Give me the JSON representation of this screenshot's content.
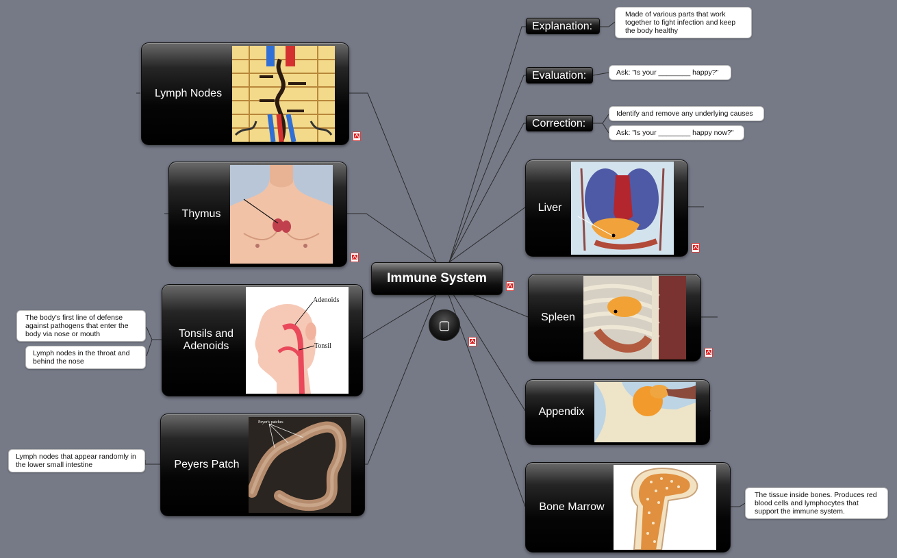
{
  "central": {
    "label": "Immune System"
  },
  "collapse_button": {
    "glyph": "▢"
  },
  "left_topics": [
    {
      "label": "Lymph Nodes",
      "image": "lymph-nodes-illustration"
    },
    {
      "label": "Thymus",
      "image": "thymus-chest-illustration"
    },
    {
      "label": "Tonsils and Adenoids",
      "image": "tonsils-adenoids-diagram"
    },
    {
      "label": "Peyers Patch",
      "image": "peyers-patch-photo"
    }
  ],
  "right_tags": [
    {
      "label": "Explanation:"
    },
    {
      "label": "Evaluation:"
    },
    {
      "label": "Correction:"
    }
  ],
  "right_topics": [
    {
      "label": "Liver",
      "image": "liver-anatomy-illustration"
    },
    {
      "label": "Spleen",
      "image": "spleen-anatomy-illustration"
    },
    {
      "label": "Appendix",
      "image": "appendix-anatomy-illustration"
    },
    {
      "label": "Bone Marrow",
      "image": "bone-marrow-diagram"
    }
  ],
  "notes": {
    "explanation": "Made of various parts that work together to fight infection and keep the body healthy",
    "evaluation": "Ask: \"Is your ________ happy?\"",
    "correction_1": "Identify and remove any underlying causes",
    "correction_2": "Ask: \"Is your ________ happy now?\"",
    "tonsils_1": "The body's first line of defense against pathogens that enter the body via nose or mouth",
    "tonsils_2": "Lymph nodes in the throat and behind the nose",
    "peyers": "Lymph nodes that appear randomly in the lower small intestine",
    "bone_marrow": "The tissue inside bones. Produces red blood cells and lymphocytes that support the immune system."
  },
  "image_labels": {
    "adenoids": "Adenoids",
    "tonsil": "Tonsil",
    "peyers": "Peyer's patches"
  },
  "icons": {
    "attachment": "pdf-attachment-icon"
  },
  "colors": {
    "background": "#767a87",
    "connector": "#2b2b2b",
    "node": "#000000"
  }
}
